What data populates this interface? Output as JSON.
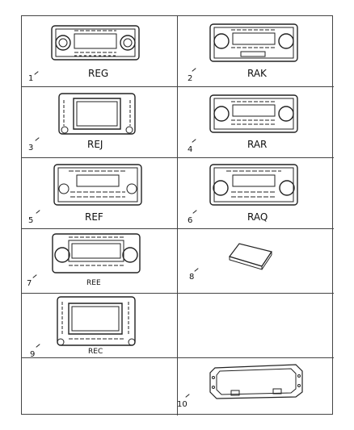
{
  "items": [
    {
      "callout": "1",
      "code": "REG"
    },
    {
      "callout": "2",
      "code": "RAK"
    },
    {
      "callout": "3",
      "code": "REJ"
    },
    {
      "callout": "4",
      "code": "RAR"
    },
    {
      "callout": "5",
      "code": "REF"
    },
    {
      "callout": "6",
      "code": "RAQ"
    },
    {
      "callout": "7",
      "code": "REE"
    },
    {
      "callout": "8",
      "code": ""
    },
    {
      "callout": "9",
      "code": "REC"
    },
    {
      "callout": "10",
      "code": ""
    }
  ]
}
